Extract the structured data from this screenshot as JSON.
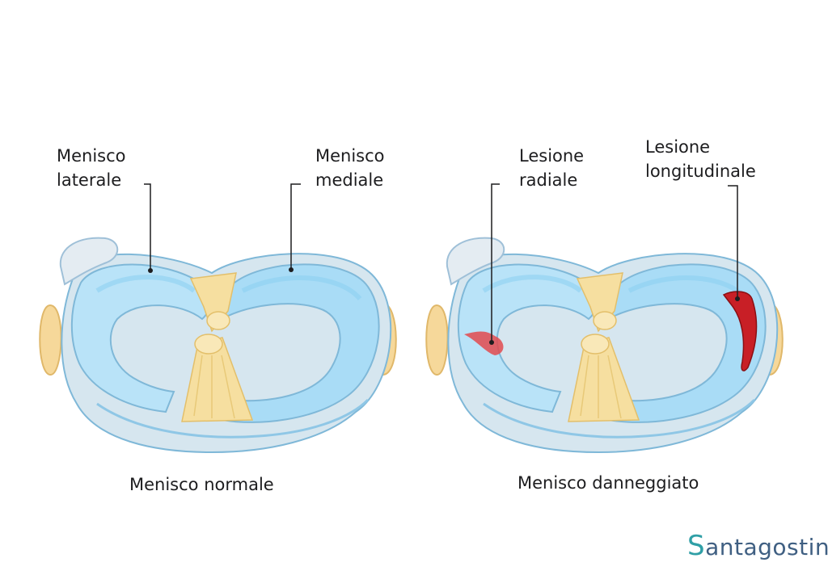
{
  "diagrams": [
    {
      "caption": "Menisco normale",
      "labels": [
        {
          "id": "menisco-laterale",
          "lines": [
            "Menisco",
            "laterale"
          ]
        },
        {
          "id": "menisco-mediale",
          "lines": [
            "Menisco",
            "mediale"
          ]
        }
      ]
    },
    {
      "caption": "Menisco danneggiato",
      "labels": [
        {
          "id": "lesione-radiale",
          "lines": [
            "Lesione",
            "radiale"
          ]
        },
        {
          "id": "lesione-longitudinale",
          "lines": [
            "Lesione",
            "longitudinale"
          ]
        }
      ]
    }
  ],
  "logo": {
    "initial": "S",
    "rest": "antagostino"
  },
  "colors": {
    "meniscus": "#b9e3f8",
    "meniscus_dark": "#8ed1f2",
    "tibia": "#d6e6ef",
    "ligament": "#f6dfa0",
    "lesion": "#d9262c",
    "text": "#1d1d1f",
    "logo_teal": "#2f9fa6",
    "logo_blue": "#3f5f82"
  }
}
